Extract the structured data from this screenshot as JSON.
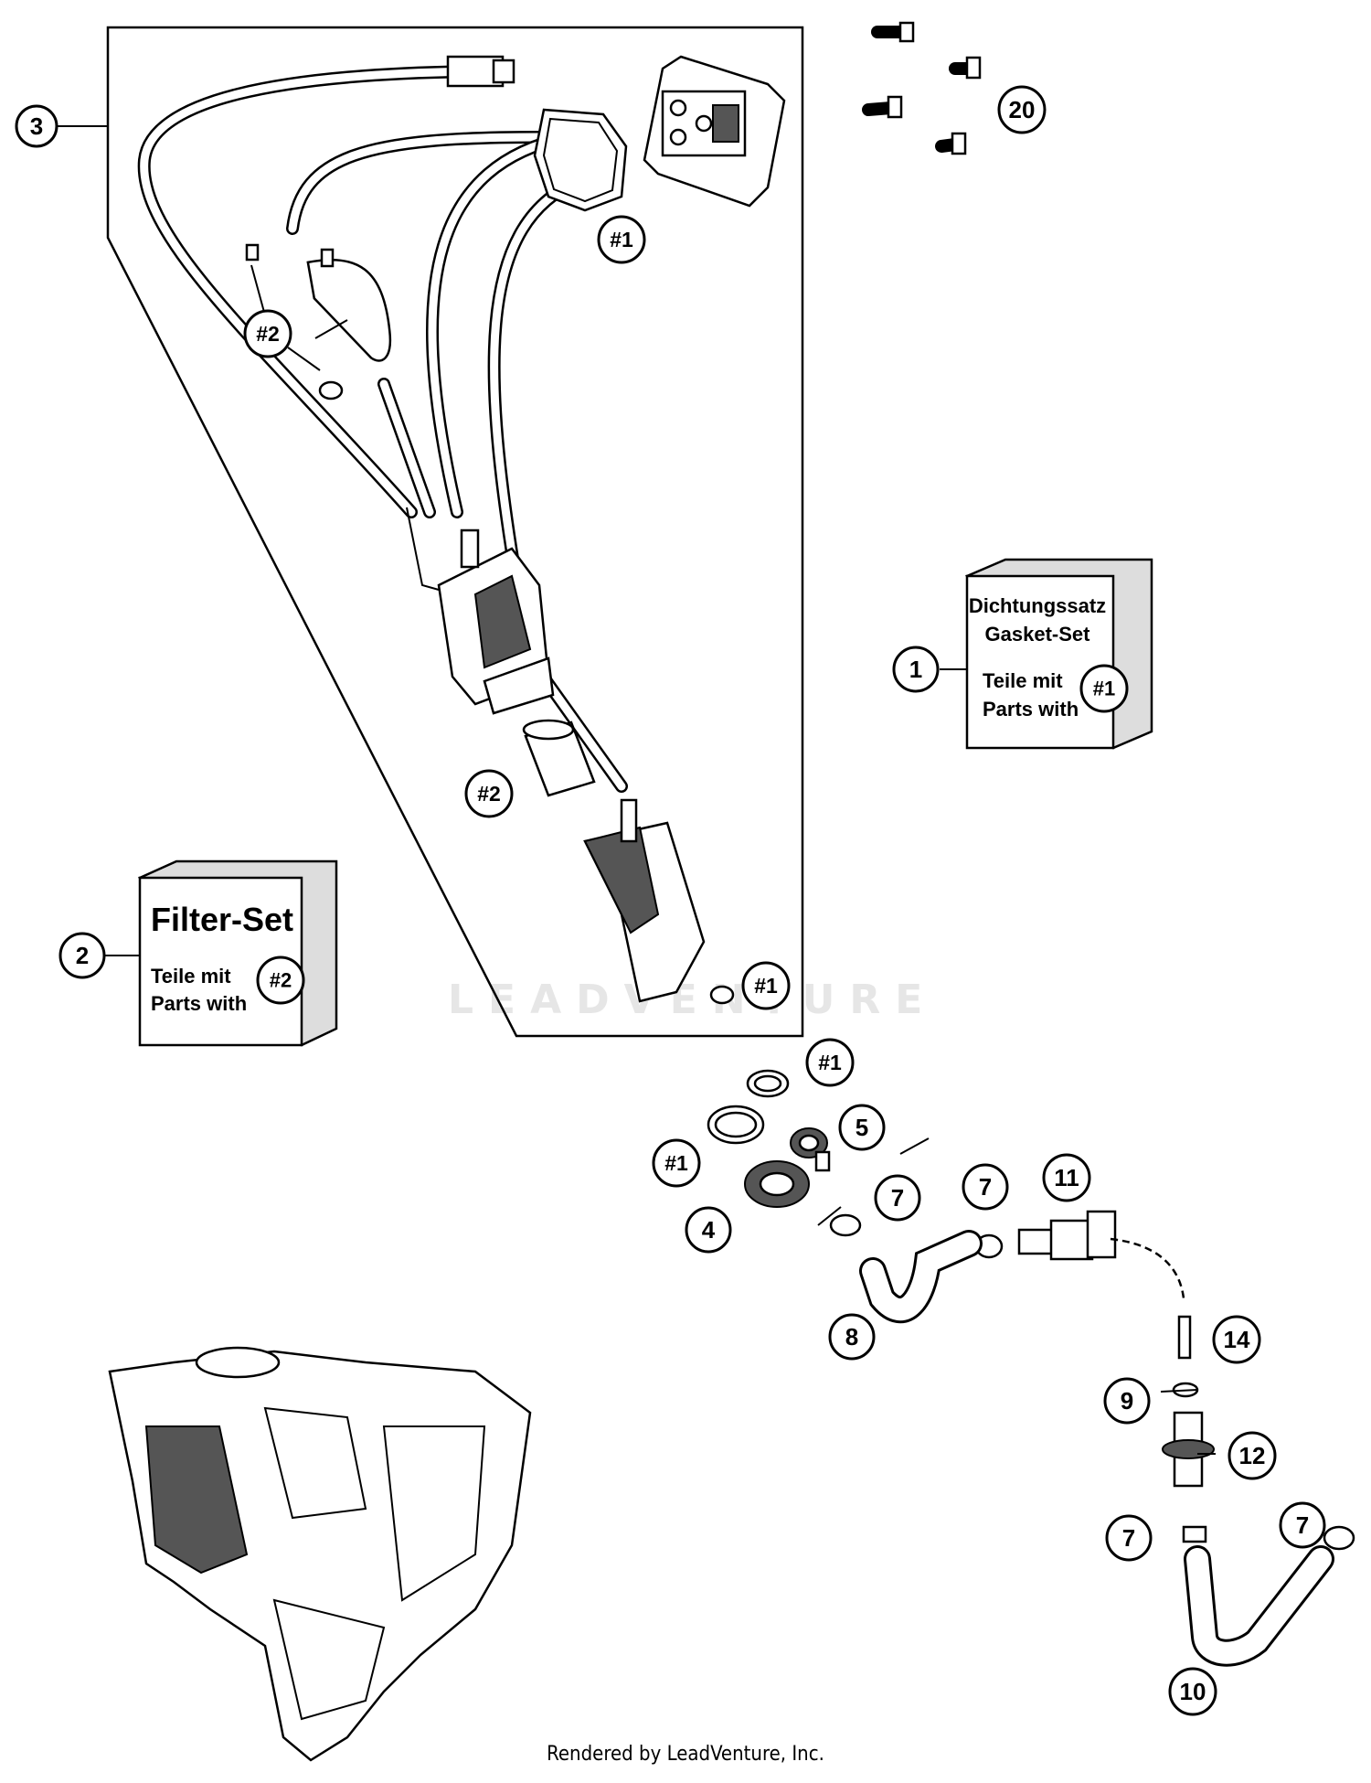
{
  "watermark": "LEADVENTURE",
  "footer": "Rendered by LeadVenture, Inc.",
  "gasket_set_box": {
    "line1": "Dichtungssatz",
    "line2": "Gasket-Set",
    "line3": "Teile mit",
    "line4": "Parts with",
    "ref": "#1"
  },
  "filter_set_box": {
    "title": "Filter-Set",
    "line1": "Teile mit",
    "line2": "Parts with",
    "ref": "#2"
  },
  "callouts": {
    "c3": "3",
    "c20": "20",
    "c1": "1",
    "c2": "2",
    "c4": "4",
    "c5": "5",
    "c7a": "7",
    "c7b": "7",
    "c7c": "7",
    "c7d": "7",
    "c8": "8",
    "c9": "9",
    "c10": "10",
    "c11": "11",
    "c12": "12",
    "c14": "14",
    "h1a": "#1",
    "h1b": "#1",
    "h1c": "#1",
    "h1d": "#1",
    "h2a": "#2",
    "h2b": "#2"
  }
}
